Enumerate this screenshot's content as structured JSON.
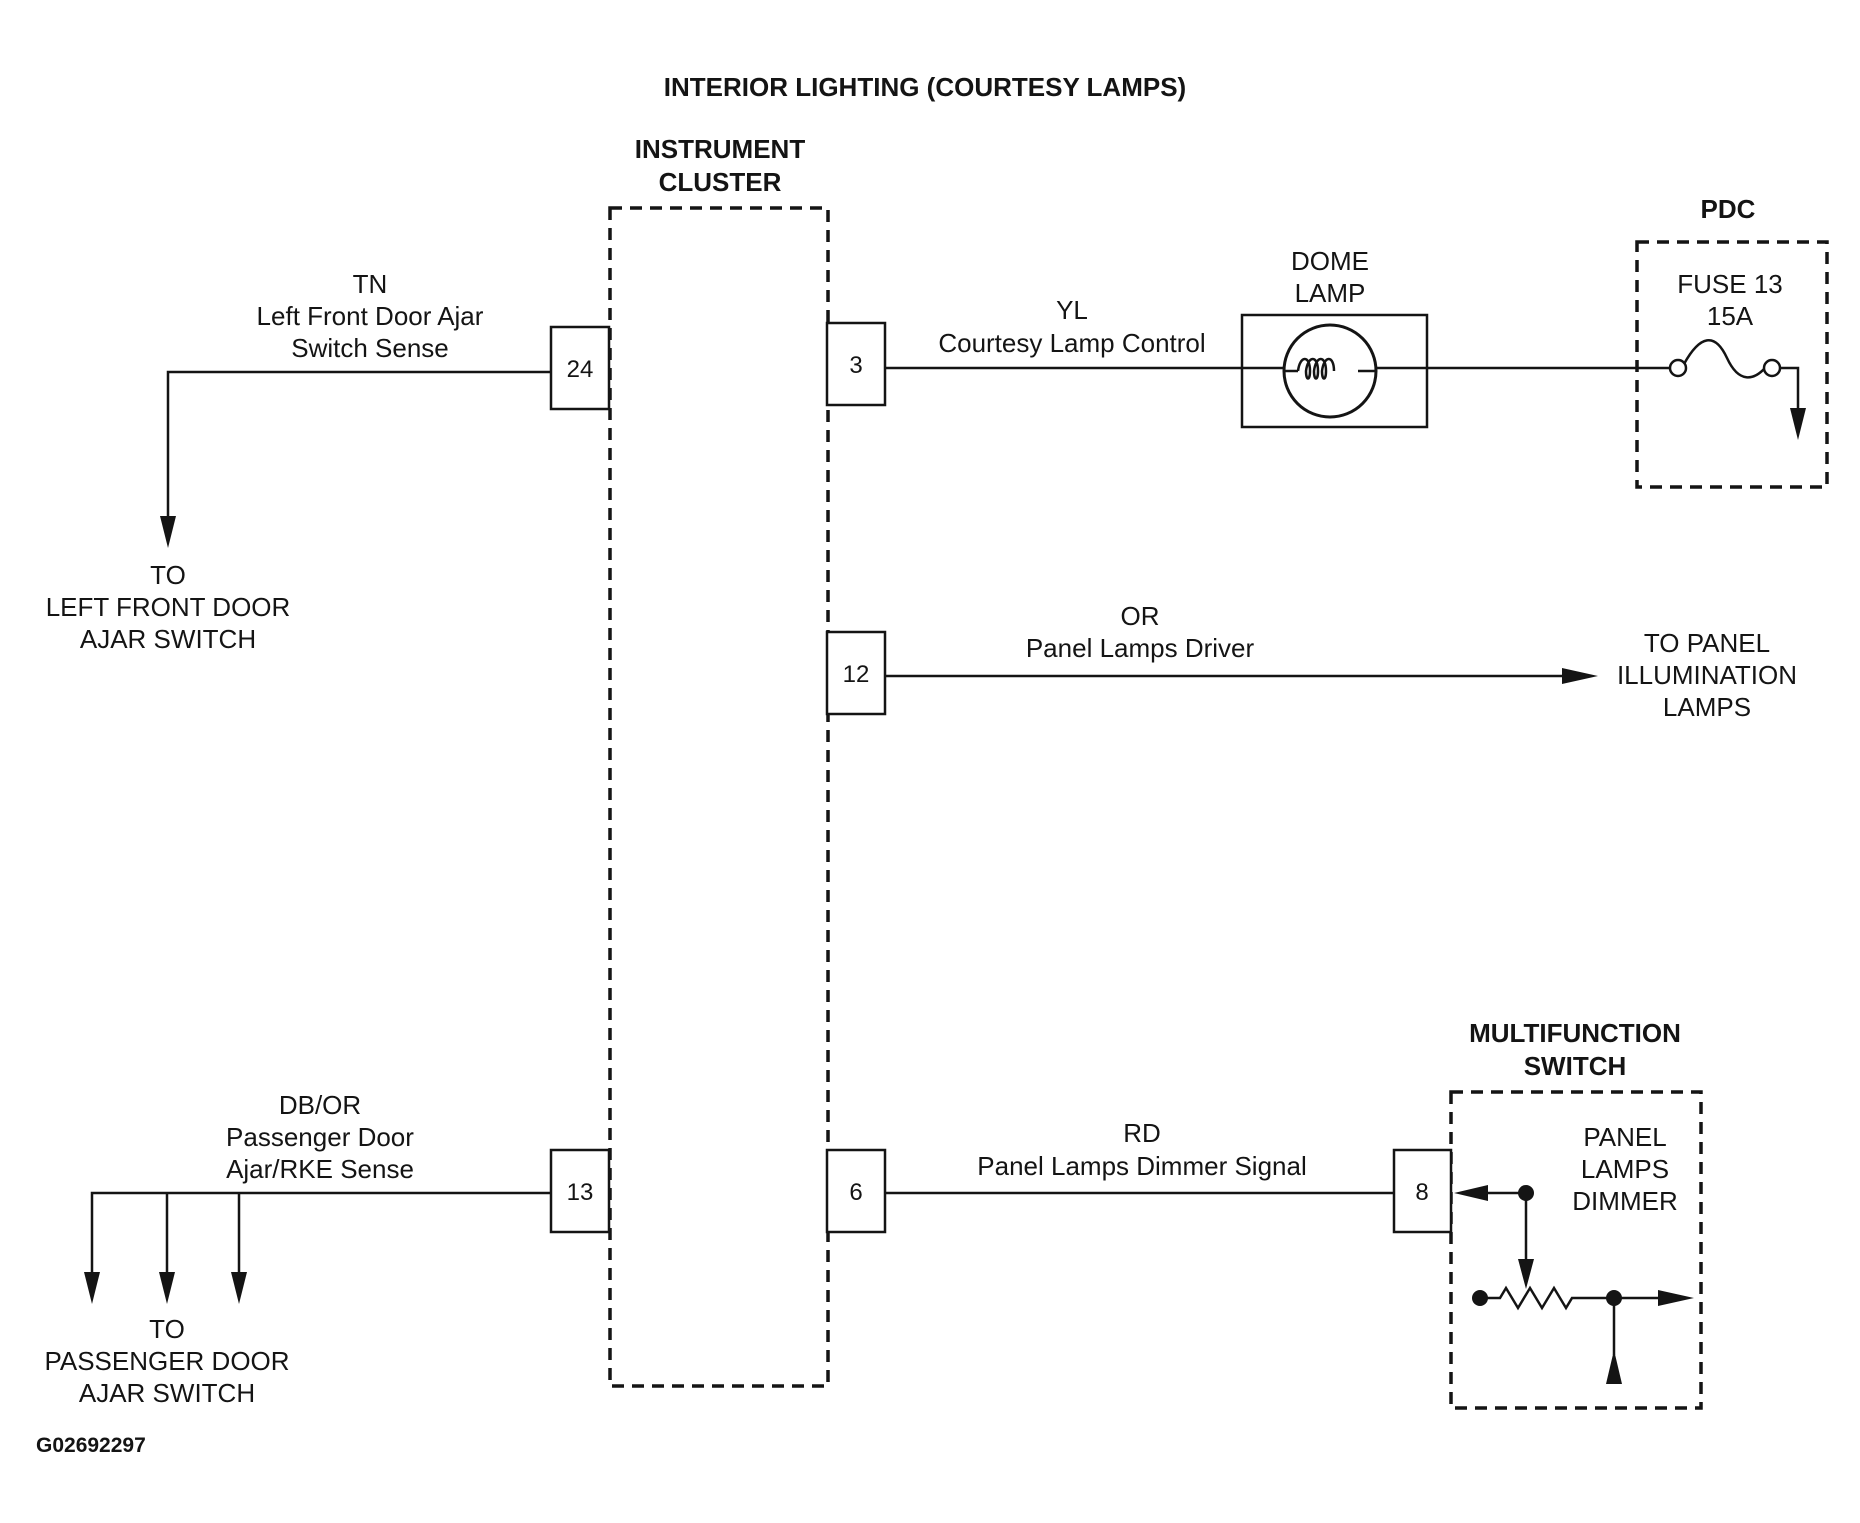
{
  "title": "INTERIOR LIGHTING (COURTESY LAMPS)",
  "figure_id": "G02692297",
  "instrument_cluster": {
    "line1": "INSTRUMENT",
    "line2": "CLUSTER"
  },
  "pdc": {
    "title": "PDC",
    "fuse_line1": "FUSE 13",
    "fuse_line2": "15A"
  },
  "dome_lamp": {
    "line1": "DOME",
    "line2": "LAMP"
  },
  "multifunction_switch": {
    "line1": "MULTIFUNCTION",
    "line2": "SWITCH",
    "dimmer_line1": "PANEL",
    "dimmer_line2": "LAMPS",
    "dimmer_line3": "DIMMER",
    "pin": "8"
  },
  "circuits": {
    "left_front_door": {
      "pin": "24",
      "wire_color": "TN",
      "desc_line1": "Left Front Door Ajar",
      "desc_line2": "Switch Sense",
      "dest_line1": "TO",
      "dest_line2": "LEFT FRONT DOOR",
      "dest_line3": "AJAR SWITCH"
    },
    "courtesy_lamp": {
      "pin": "3",
      "wire_color": "YL",
      "desc_line1": "Courtesy Lamp Control"
    },
    "panel_lamps_driver": {
      "pin": "12",
      "wire_color": "OR",
      "desc_line1": "Panel Lamps Driver",
      "dest_line1": "TO PANEL",
      "dest_line2": "ILLUMINATION",
      "dest_line3": "LAMPS"
    },
    "passenger_door": {
      "pin": "13",
      "wire_color": "DB/OR",
      "desc_line1": "Passenger Door",
      "desc_line2": "Ajar/RKE Sense",
      "dest_line1": "TO",
      "dest_line2": "PASSENGER DOOR",
      "dest_line3": "AJAR SWITCH"
    },
    "dimmer_signal": {
      "pin": "6",
      "wire_color": "RD",
      "desc_line1": "Panel Lamps Dimmer Signal"
    }
  }
}
